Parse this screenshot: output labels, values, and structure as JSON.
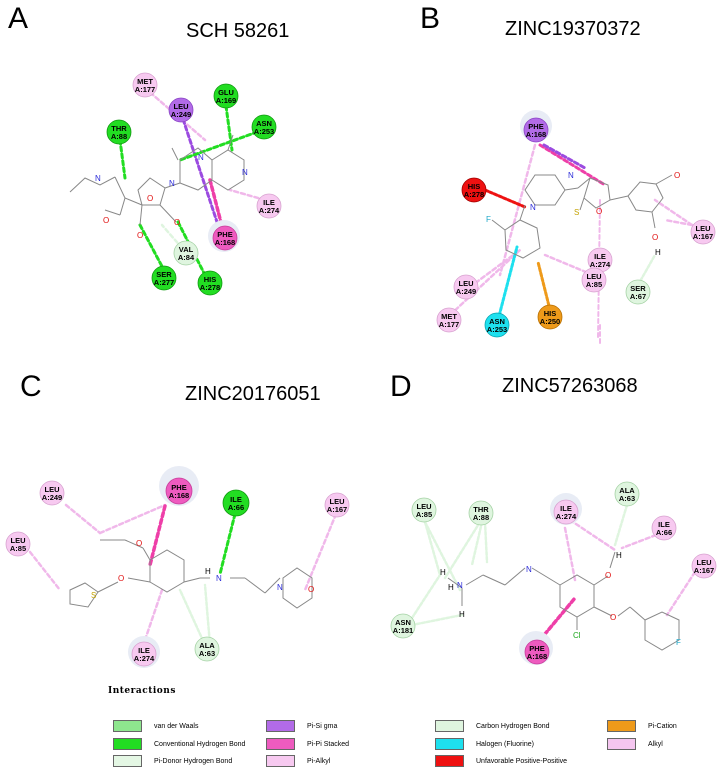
{
  "panels": [
    {
      "letter": "A",
      "title": "SCH 58261"
    },
    {
      "letter": "B",
      "title": "ZINC19370372"
    },
    {
      "letter": "C",
      "title": "ZINC20176051"
    },
    {
      "letter": "D",
      "title": "ZINC57263068"
    }
  ],
  "colors": {
    "van_der_waals": "#8ee68e",
    "conventional_hbond": "#22dd22",
    "pi_donor_hbond": "#e4f7e4",
    "pi_sigma": "#b26be8",
    "pi_pi_stacked": "#ee5bbf",
    "pi_alkyl": "#f7c9f0",
    "carbon_hbond": "#dff5df",
    "halogen": "#1ee0ee",
    "unfavorable": "#ee1111",
    "pi_cation": "#ee9a1a",
    "alkyl": "#f5c6f0",
    "bond": "#888888"
  },
  "residues": {
    "A": [
      {
        "name": "MET",
        "num": "A:177"
      },
      {
        "name": "LEU",
        "num": "A:249"
      },
      {
        "name": "GLU",
        "num": "A:169"
      },
      {
        "name": "THR",
        "num": "A:88"
      },
      {
        "name": "ASN",
        "num": "A:253"
      },
      {
        "name": "ILE",
        "num": "A:274"
      },
      {
        "name": "PHE",
        "num": "A:168"
      },
      {
        "name": "VAL",
        "num": "A:84"
      },
      {
        "name": "SER",
        "num": "A:277"
      },
      {
        "name": "HIS",
        "num": "A:278"
      }
    ],
    "B": [
      {
        "name": "PHE",
        "num": "A:168"
      },
      {
        "name": "HIS",
        "num": "A:278"
      },
      {
        "name": "LEU",
        "num": "A:167"
      },
      {
        "name": "ILE",
        "num": "A:274"
      },
      {
        "name": "SER",
        "num": "A:67"
      },
      {
        "name": "LEU",
        "num": "A:249"
      },
      {
        "name": "MET",
        "num": "A:177"
      },
      {
        "name": "ASN",
        "num": "A:253"
      },
      {
        "name": "HIS",
        "num": "A:250"
      },
      {
        "name": "LEU",
        "num": "A:85"
      }
    ],
    "C": [
      {
        "name": "LEU",
        "num": "A:249"
      },
      {
        "name": "PHE",
        "num": "A:168"
      },
      {
        "name": "ILE",
        "num": "A:66"
      },
      {
        "name": "LEU",
        "num": "A:167"
      },
      {
        "name": "LEU",
        "num": "A:85"
      },
      {
        "name": "ILE",
        "num": "A:274"
      },
      {
        "name": "ALA",
        "num": "A:63"
      }
    ],
    "D": [
      {
        "name": "LEU",
        "num": "A:85"
      },
      {
        "name": "THR",
        "num": "A:88"
      },
      {
        "name": "ILE",
        "num": "A:274"
      },
      {
        "name": "ALA",
        "num": "A:63"
      },
      {
        "name": "ILE",
        "num": "A:66"
      },
      {
        "name": "LEU",
        "num": "A:167"
      },
      {
        "name": "ASN",
        "num": "A:181"
      },
      {
        "name": "PHE",
        "num": "A:168"
      }
    ]
  },
  "atoms": {
    "N": "N",
    "O": "O",
    "H": "H",
    "S": "S",
    "F": "F",
    "Cl": "Cl"
  },
  "legend": {
    "title": "Interactions",
    "items": [
      {
        "label": "van der Waals",
        "color_key": "van_der_waals"
      },
      {
        "label": "Conventional Hydrogen Bond",
        "color_key": "conventional_hbond"
      },
      {
        "label": "Pi-Donor Hydrogen Bond",
        "color_key": "pi_donor_hbond"
      },
      {
        "label": "Pi-Si gma",
        "color_key": "pi_sigma"
      },
      {
        "label": "Pi-Pi Stacked",
        "color_key": "pi_pi_stacked"
      },
      {
        "label": "Pi-Alkyl",
        "color_key": "pi_alkyl"
      },
      {
        "label": "Carbon Hydrogen Bond",
        "color_key": "carbon_hbond"
      },
      {
        "label": "Halogen (Fluorine)",
        "color_key": "halogen"
      },
      {
        "label": "Unfavorable Positive-Positive",
        "color_key": "unfavorable"
      },
      {
        "label": "Pi-Cation",
        "color_key": "pi_cation"
      },
      {
        "label": "Alkyl",
        "color_key": "alkyl"
      }
    ]
  }
}
